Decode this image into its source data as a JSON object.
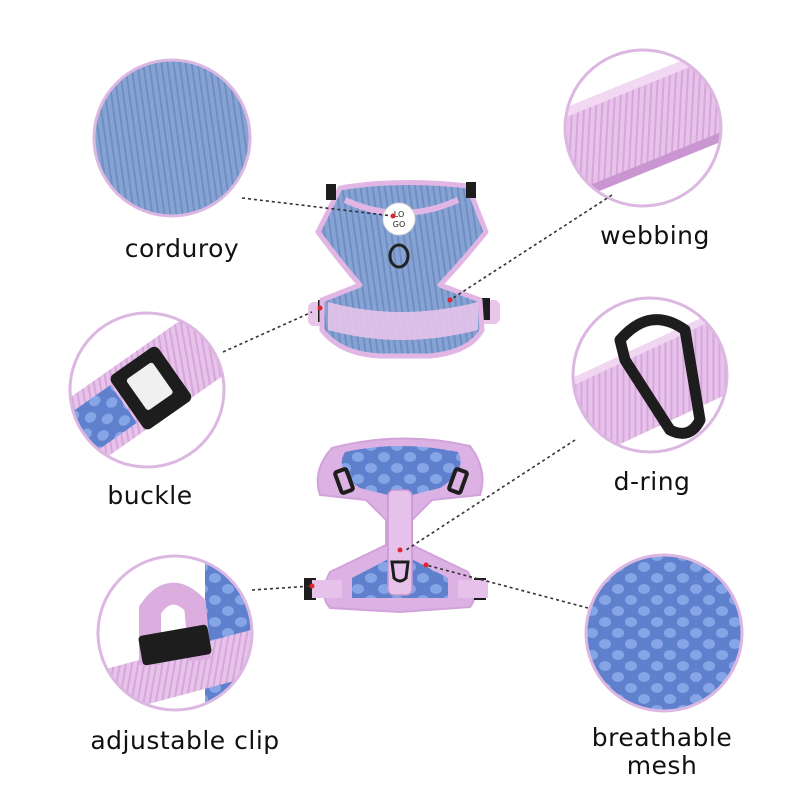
{
  "callouts": {
    "corduroy": {
      "label": "corduroy"
    },
    "webbing": {
      "label": "webbing"
    },
    "buckle": {
      "label": "buckle"
    },
    "d_ring": {
      "label": "d-ring"
    },
    "adjustable_clip": {
      "label": "adjustable clip"
    },
    "breathable_mesh": {
      "label_line1": "breathable",
      "label_line2": "mesh"
    }
  },
  "harness_front": {
    "logo_line1": "LO",
    "logo_line2": "GO"
  },
  "colors": {
    "lilac": "#d9aee0",
    "lilac_light": "#ecccee",
    "denim_blue": "#7f9fd0",
    "mesh_blue": "#6d8fd8",
    "hardware_black": "#1d1d1d",
    "accent_red": "#e0252c",
    "circle_border": "#dcb7e2"
  }
}
